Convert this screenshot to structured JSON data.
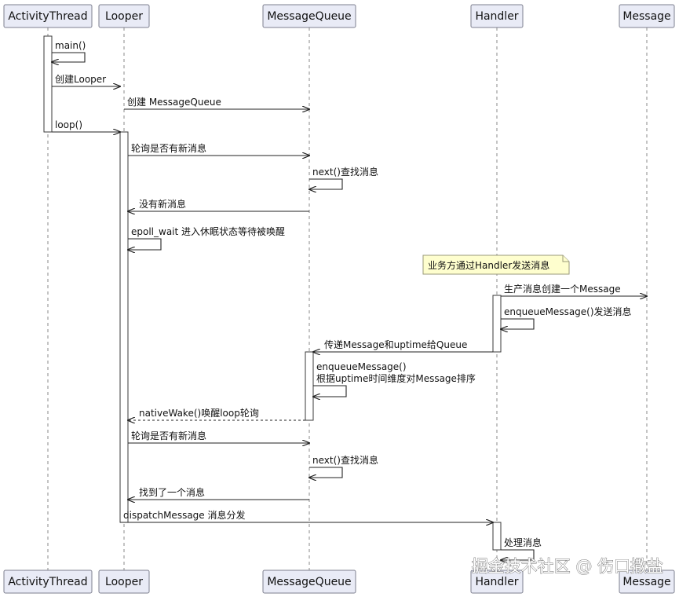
{
  "participants": [
    {
      "id": "at",
      "label": "ActivityThread"
    },
    {
      "id": "lp",
      "label": "Looper"
    },
    {
      "id": "mq",
      "label": "MessageQueue"
    },
    {
      "id": "hd",
      "label": "Handler"
    },
    {
      "id": "ms",
      "label": "Message"
    }
  ],
  "messages": [
    {
      "from": "at",
      "to": "at",
      "label": [
        "main()"
      ]
    },
    {
      "from": "at",
      "to": "lp",
      "label": [
        "创建Looper"
      ]
    },
    {
      "from": "lp",
      "to": "mq",
      "label": [
        "创建 MessageQueue"
      ]
    },
    {
      "from": "at",
      "to": "lp",
      "label": [
        "loop()"
      ]
    },
    {
      "from": "lp",
      "to": "mq",
      "label": [
        "轮询是否有新消息"
      ]
    },
    {
      "from": "mq",
      "to": "mq",
      "label": [
        "next()查找消息"
      ]
    },
    {
      "from": "mq",
      "to": "lp",
      "label": [
        "没有新消息"
      ]
    },
    {
      "from": "lp",
      "to": "lp",
      "label": [
        "epoll_wait 进入休眠状态等待被唤醒"
      ]
    },
    {
      "from": "hd",
      "to": "ms",
      "label": [
        "生产消息创建一个Message"
      ]
    },
    {
      "from": "hd",
      "to": "hd",
      "label": [
        "enqueueMessage()发送消息"
      ]
    },
    {
      "from": "hd",
      "to": "mq",
      "label": [
        "传递Message和uptime给Queue"
      ]
    },
    {
      "from": "mq",
      "to": "mq",
      "label": [
        "enqueueMessage()",
        "根据uptime时间维度对Message排序"
      ]
    },
    {
      "from": "mq",
      "to": "lp",
      "label": [
        "nativeWake()唤醒loop轮询"
      ],
      "dashed": true
    },
    {
      "from": "lp",
      "to": "mq",
      "label": [
        "轮询是否有新消息"
      ]
    },
    {
      "from": "mq",
      "to": "mq",
      "label": [
        "next()查找消息"
      ]
    },
    {
      "from": "mq",
      "to": "lp",
      "label": [
        "找到了一个消息"
      ]
    },
    {
      "from": "lp",
      "to": "hd",
      "label": [
        "dispatchMessage 消息分发"
      ]
    },
    {
      "from": "hd",
      "to": "hd",
      "label": [
        "处理消息"
      ]
    }
  ],
  "note": {
    "text": "业务方通过Handler发送消息"
  },
  "watermark": "掘金技术社区 @ 伤口撒盐"
}
